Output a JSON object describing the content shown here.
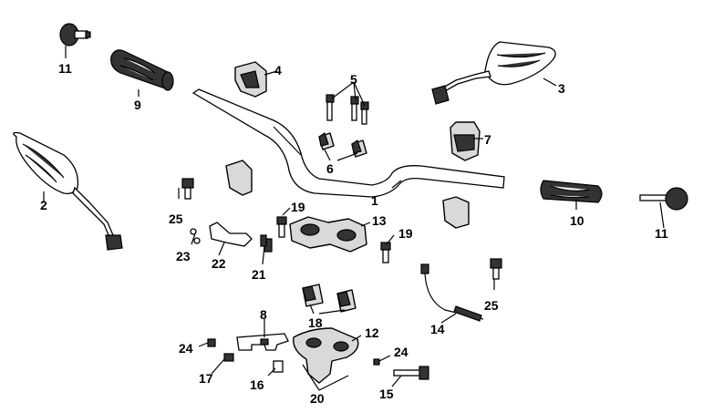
{
  "labels": {
    "l1": "1",
    "l2": "2",
    "l3": "3",
    "l4": "4",
    "l5": "5",
    "l6": "6",
    "l7": "7",
    "l8": "8",
    "l9": "9",
    "l10": "10",
    "l11a": "11",
    "l11b": "11",
    "l12": "12",
    "l13": "13",
    "l14": "14",
    "l15": "15",
    "l16": "16",
    "l17": "17",
    "l18": "18",
    "l19a": "19",
    "l19b": "19",
    "l20": "20",
    "l21": "21",
    "l22": "22",
    "l23": "23",
    "l24a": "24",
    "l24b": "24",
    "l25a": "25",
    "l25b": "25"
  }
}
